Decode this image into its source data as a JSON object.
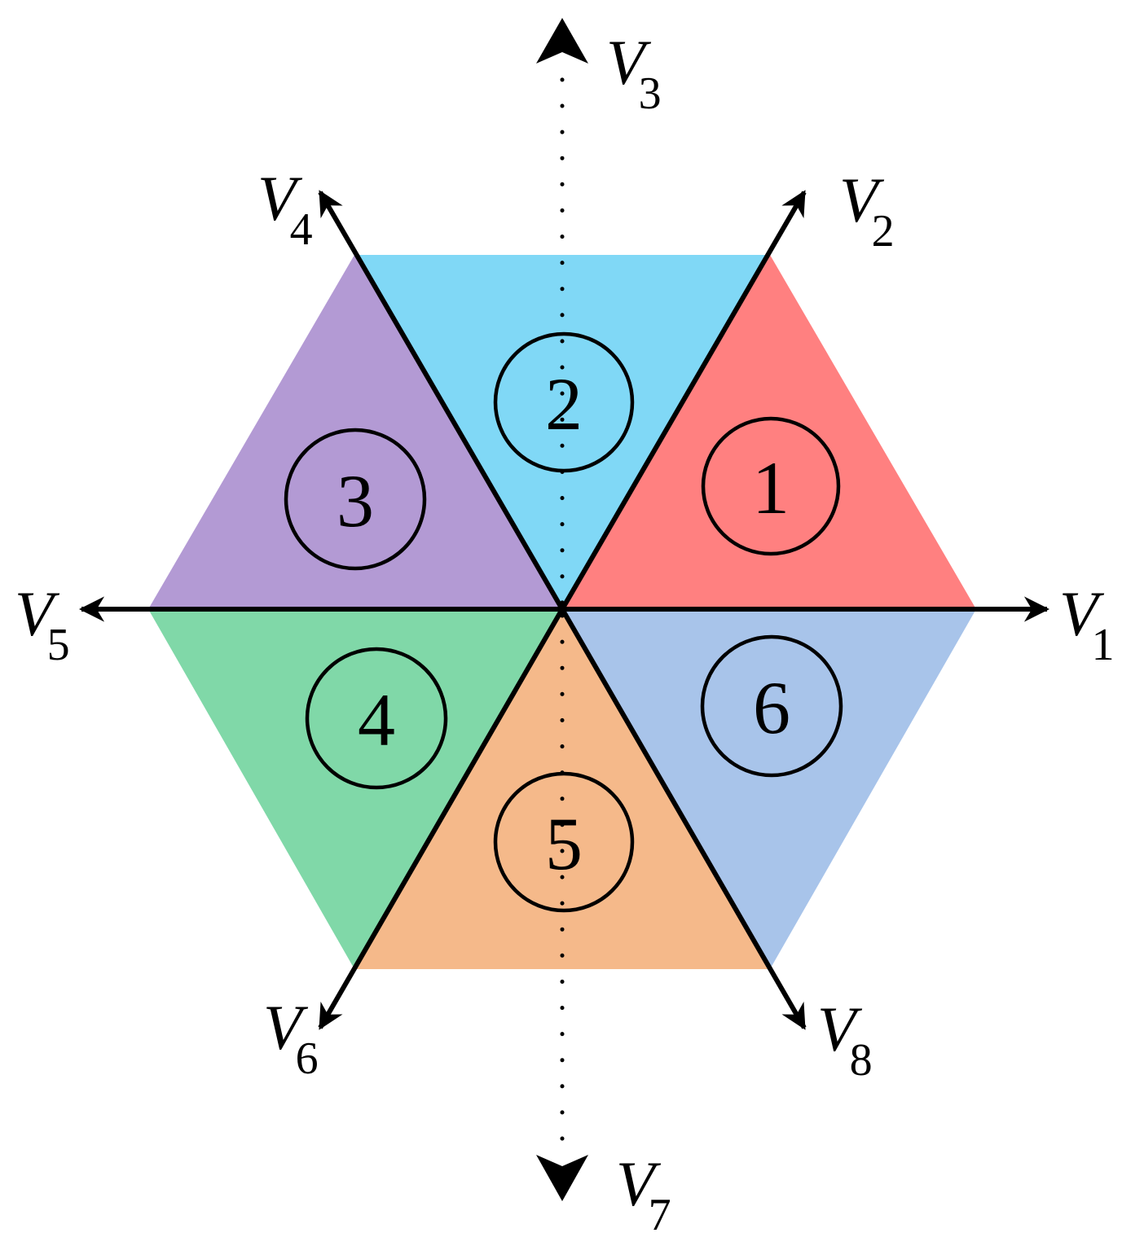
{
  "sectors": [
    {
      "number": "1",
      "color": "#ff8080"
    },
    {
      "number": "2",
      "color": "#80d8f6"
    },
    {
      "number": "3",
      "color": "#b39ad4"
    },
    {
      "number": "4",
      "color": "#80d8a8"
    },
    {
      "number": "5",
      "color": "#f5b98a"
    },
    {
      "number": "6",
      "color": "#a8c4ea"
    }
  ],
  "vectors": [
    {
      "letter": "V",
      "sub": "1"
    },
    {
      "letter": "V",
      "sub": "2"
    },
    {
      "letter": "V",
      "sub": "3"
    },
    {
      "letter": "V",
      "sub": "4"
    },
    {
      "letter": "V",
      "sub": "5"
    },
    {
      "letter": "V",
      "sub": "6"
    },
    {
      "letter": "V",
      "sub": "7"
    },
    {
      "letter": "V",
      "sub": "8"
    }
  ]
}
